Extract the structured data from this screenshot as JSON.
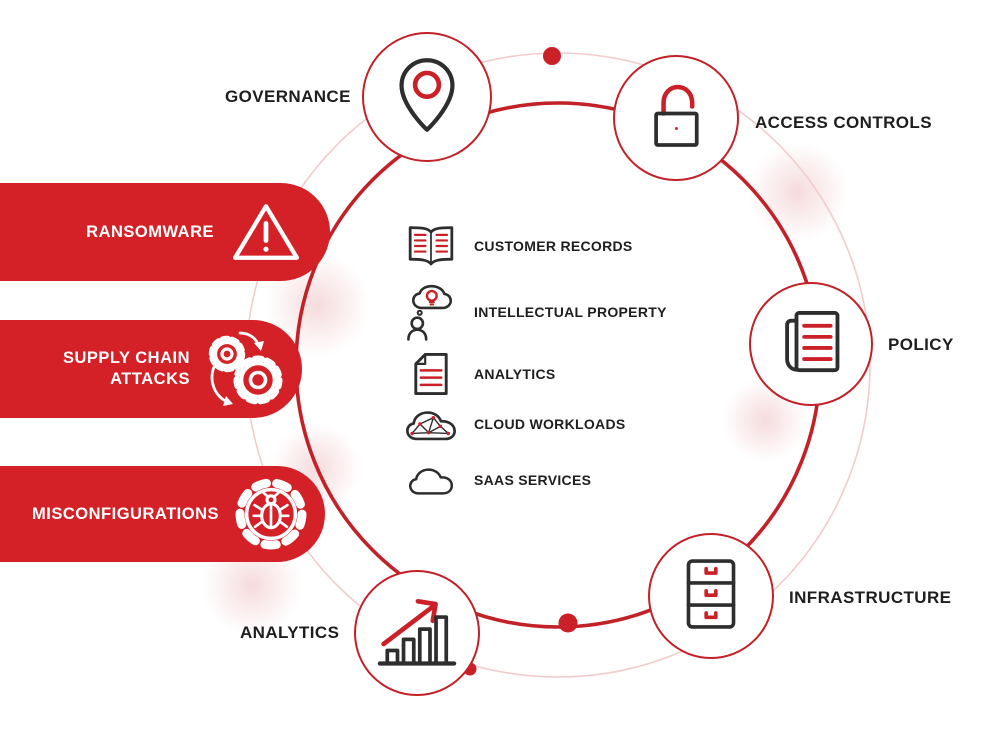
{
  "palette": {
    "red": "#d32127",
    "ring_red": "#c22127",
    "ring_light": "#f2cccd",
    "icon_dark": "#2e2e2e",
    "icon_red": "#cb2027",
    "text_dark": "#1e1e1e",
    "white": "#ffffff"
  },
  "ring_nodes": [
    {
      "id": "governance",
      "label": "GOVERNANCE",
      "icon": "location-pin-icon"
    },
    {
      "id": "access-controls",
      "label": "ACCESS CONTROLS",
      "icon": "open-padlock-icon"
    },
    {
      "id": "policy",
      "label": "POLICY",
      "icon": "policy-document-icon"
    },
    {
      "id": "infrastructure",
      "label": "INFRASTRUCTURE",
      "icon": "storage-drawers-icon"
    },
    {
      "id": "analytics",
      "label": "ANALYTICS",
      "icon": "growth-chart-icon"
    }
  ],
  "threat_banners": [
    {
      "id": "ransomware",
      "lines": [
        "RANSOMWARE"
      ],
      "icon": "warning-triangle-icon"
    },
    {
      "id": "supply-chain-attacks",
      "lines": [
        "SUPPLY CHAIN",
        "ATTACKS"
      ],
      "icon": "gears-cycle-icon"
    },
    {
      "id": "misconfigurations",
      "lines": [
        "MISCONFIGURATIONS"
      ],
      "icon": "bug-gear-icon"
    }
  ],
  "center_items": [
    {
      "label": "CUSTOMER RECORDS",
      "icon": "open-book-icon"
    },
    {
      "label": "INTELLECTUAL PROPERTY",
      "icon": "idea-person-icon"
    },
    {
      "label": "ANALYTICS",
      "icon": "report-document-icon"
    },
    {
      "label": "CLOUD WORKLOADS",
      "icon": "cloud-mesh-icon"
    },
    {
      "label": "SAAS SERVICES",
      "icon": "cloud-icon"
    }
  ]
}
